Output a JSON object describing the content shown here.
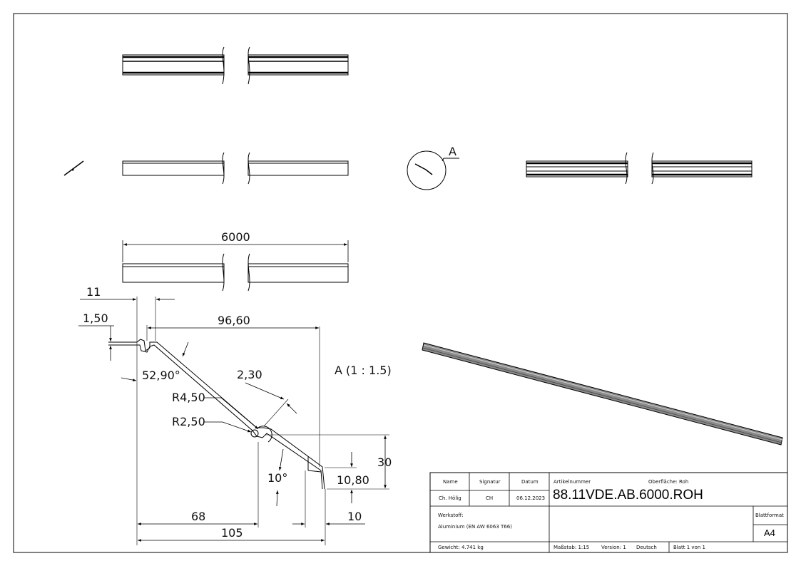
{
  "dimensions": {
    "length": "6000",
    "d11": "11",
    "d150": "1,50",
    "d9660": "96,60",
    "angle1": "52,90°",
    "thick": "2,30",
    "r450": "R4,50",
    "r250": "R2,50",
    "h30": "30",
    "angle2": "10°",
    "d1080": "10,80",
    "d68": "68",
    "d10": "10",
    "d105": "105"
  },
  "detail": {
    "label": "A",
    "scale_label": "A (1 : 1.5)"
  },
  "title_block": {
    "name_header": "Name",
    "sign_header": "Signatur",
    "date_header": "Datum",
    "name": "Ch. Hölig",
    "sign": "CH",
    "date": "06.12.2023",
    "article_label": "Artikelnummer",
    "surface_label": "Oberfläche:  Roh",
    "article_number": "88.11VDE.AB.6000.ROH",
    "material_label": "Werkstoff:",
    "material": "Aluminium (EN AW 6063 T66)",
    "sheet_format_label": "Blattformat",
    "sheet_format": "A4",
    "weight": "Gewicht: 4.741 kg",
    "scale": "Maßstab: 1:15",
    "version": "Version: 1",
    "language": "Deutsch",
    "sheet": "Blatt 1 von 1"
  }
}
